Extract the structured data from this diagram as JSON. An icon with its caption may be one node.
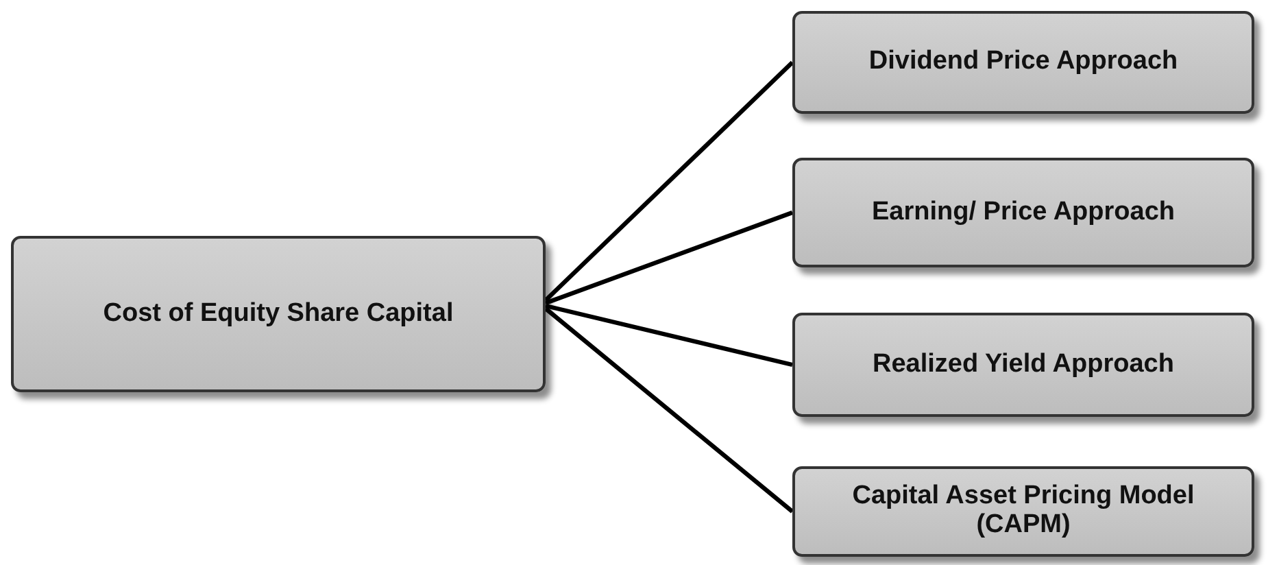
{
  "diagram": {
    "nodes": [
      {
        "text": [
          "Cost of Equity Share Capital"
        ]
      },
      {
        "text": [
          "Dividend Price Approach"
        ]
      },
      {
        "text": [
          "Earning/ Price Approach"
        ]
      },
      {
        "text": [
          "Realized Yield Approach"
        ]
      },
      {
        "text": [
          "Capital Asset Pricing Model (CAPM)"
        ]
      }
    ],
    "edges": [
      {
        "from": 0,
        "to": 1,
        "arrow": "none"
      },
      {
        "from": 0,
        "to": 2,
        "arrow": "none"
      },
      {
        "from": 0,
        "to": 3,
        "arrow": "none"
      },
      {
        "from": 0,
        "to": 4,
        "arrow": "none"
      }
    ]
  }
}
